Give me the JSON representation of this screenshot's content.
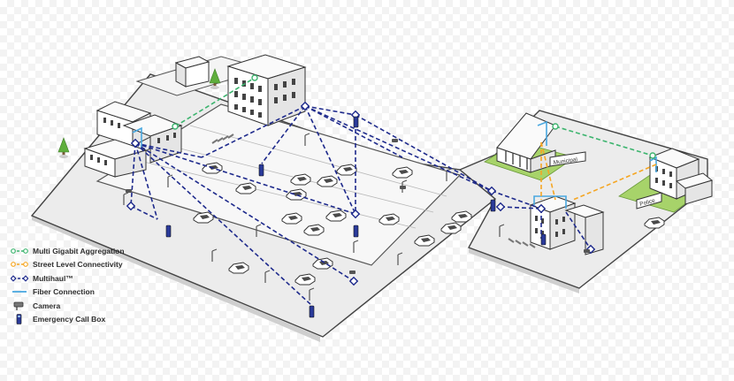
{
  "legend": {
    "items": [
      {
        "label": "Multi Gigabit Aggregation",
        "icon": "green-dashed-link-icon"
      },
      {
        "label": "Street Level Connectivity",
        "icon": "orange-dashed-link-icon"
      },
      {
        "label": "Multihaul™",
        "icon": "blue-dashed-link-icon"
      },
      {
        "label": "Fiber Connection",
        "icon": "fiber-line-icon"
      },
      {
        "label": "Camera",
        "icon": "camera-icon"
      },
      {
        "label": "Emergency Call Box",
        "icon": "call-box-icon"
      }
    ]
  },
  "signs": {
    "municipal": "Municipal",
    "police": "Police"
  },
  "colors": {
    "aggregation": "#3cb46e",
    "street_level": "#f5a623",
    "multihaul": "#1e2a8c",
    "fiber": "#4aa8e0",
    "ground": "#e9e9e9",
    "road_edge": "#555555",
    "grass": "#9ccc5a"
  }
}
